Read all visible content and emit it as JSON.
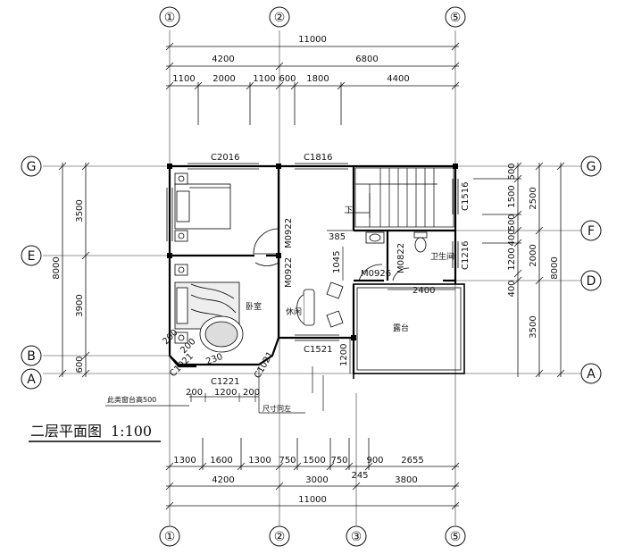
{
  "drawing": {
    "title": "二层平面图",
    "scale": "1:100",
    "note_sill": "此类窗台高500",
    "note_same": "尺寸同左"
  },
  "axes": {
    "top": [
      "①",
      "②",
      "⑤"
    ],
    "bottom": [
      "①",
      "②",
      "③",
      "⑤"
    ],
    "left": [
      "G",
      "E",
      "B",
      "A"
    ],
    "right": [
      "G",
      "F",
      "D",
      "A"
    ]
  },
  "dims": {
    "top_total": "11000",
    "top_mid": [
      "4200",
      "6800"
    ],
    "top_detail": [
      "1100",
      "2000",
      "1100",
      "600",
      "1800",
      "4400"
    ],
    "bottom_detail": [
      "1300",
      "1600",
      "1300",
      "750",
      "1500",
      "750",
      "900",
      "2655"
    ],
    "bottom_extra": "245",
    "bottom_mid": [
      "4200",
      "3000",
      "3800"
    ],
    "bottom_total": "11000",
    "left_outer": "8000",
    "left_inner": [
      "3500",
      "3900",
      "600"
    ],
    "right_outer": "8000",
    "right_mid": [
      "2500",
      "2000",
      "3500"
    ],
    "right_inner": [
      "500",
      "1500",
      "500",
      "400",
      "1200",
      "400"
    ],
    "interior": [
      "385",
      "1045",
      "1200",
      "2400",
      "200",
      "1200",
      "200",
      "200",
      "200",
      "230"
    ]
  },
  "labels": {
    "windows": [
      "C2016",
      "C1816",
      "C1516",
      "C1216",
      "C1521",
      "C1221",
      "C1021",
      "C1021"
    ],
    "doors": [
      "M0922",
      "M0922",
      "M0926",
      "M0822"
    ],
    "rooms": [
      "卧室",
      "休闲",
      "卫生间",
      "露台"
    ],
    "stair_mark": "下"
  }
}
